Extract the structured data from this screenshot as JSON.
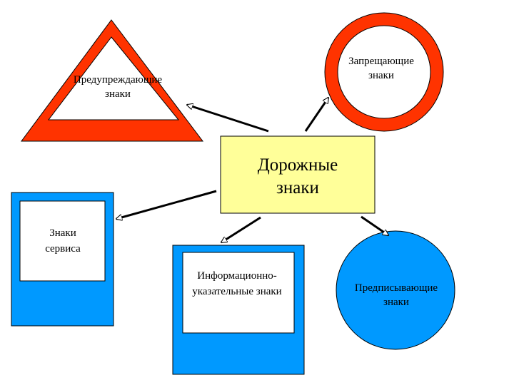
{
  "center": {
    "line1": "Дорожные",
    "line2": "знаки"
  },
  "nodes": {
    "warning": {
      "line1": "Предупреждающие",
      "line2": "знаки"
    },
    "prohibiting": {
      "line1": "Запрещающие",
      "line2": "знаки"
    },
    "service": {
      "line1": "Знаки",
      "line2": "сервиса"
    },
    "informational": {
      "line1": "Информационно-",
      "line2": "указательные знаки"
    },
    "mandatory": {
      "line1": "Предписывающие",
      "line2": "знаки"
    }
  },
  "colors": {
    "center_fill": "#ffff99",
    "warning_red": "#ff3300",
    "blue": "#0099ff",
    "white": "#ffffff",
    "outline": "#000000"
  }
}
